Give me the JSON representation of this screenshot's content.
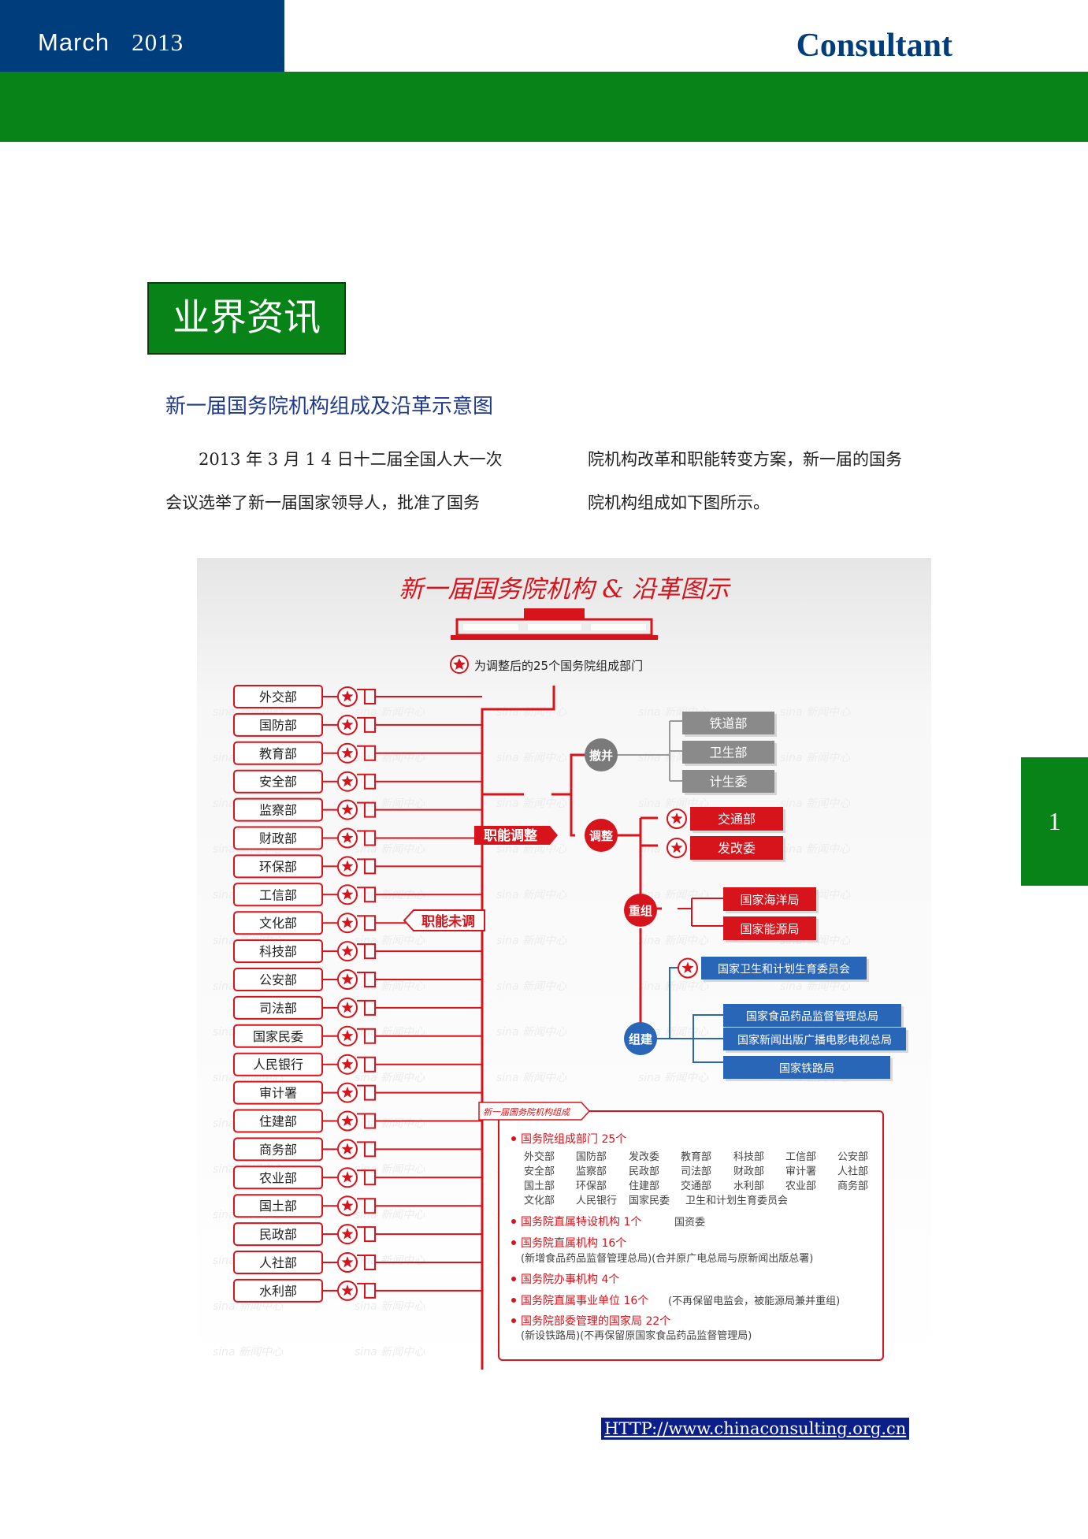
{
  "header": {
    "month": "March",
    "year": "2013",
    "publication": "Consultant"
  },
  "page_number": "1",
  "section_title": "业界资讯",
  "article": {
    "title": "新一届国务院机构组成及沿革示意图",
    "col1_line1": "2013 年 3 月 1 4 日十二届全国人大一次",
    "col1_line2": "会议选举了新一届国家领导人，批准了国务",
    "col2_line1": "院机构改革和职能转变方案，新一届的国务",
    "col2_line2": "院机构组成如下图所示。"
  },
  "diagram": {
    "title": "新一届国务院机构 & 沿革图示",
    "subtitle": "为调整后的25个国务院组成部门",
    "unchanged_label": "职能未调",
    "adjust_main_label": "职能调整",
    "departments": [
      "外交部",
      "国防部",
      "教育部",
      "安全部",
      "监察部",
      "财政部",
      "环保部",
      "工信部",
      "文化部",
      "科技部",
      "公安部",
      "司法部",
      "国家民委",
      "人民银行",
      "审计署",
      "住建部",
      "商务部",
      "农业部",
      "国土部",
      "民政部",
      "人社部",
      "水利部"
    ],
    "merge": {
      "label": "撤并",
      "items": [
        "铁道部",
        "卫生部",
        "计生委"
      ]
    },
    "adjust": {
      "label": "调整",
      "items": [
        "交通部",
        "发改委"
      ]
    },
    "reorg": {
      "label": "重组",
      "items": [
        "国家海洋局",
        "国家能源局"
      ]
    },
    "build": {
      "label": "组建",
      "items": [
        "国家卫生和计划生育委员会",
        "国家食品药品监督管理总局",
        "国家新闻出版广播电影电视总局",
        "国家铁路局"
      ]
    },
    "watermark": "sina 新闻中心",
    "summary": {
      "tab": "新一届国务院机构组成",
      "b1": "国务院组成部门 25个",
      "b1_rows": [
        [
          "外交部",
          "国防部",
          "发改委",
          "教育部",
          "科技部",
          "工信部",
          "公安部"
        ],
        [
          "安全部",
          "监察部",
          "民政部",
          "司法部",
          "财政部",
          "审计署",
          "人社部"
        ],
        [
          "国土部",
          "环保部",
          "住建部",
          "交通部",
          "水利部",
          "农业部",
          "商务部"
        ],
        [
          "文化部",
          "人民银行",
          "国家民委",
          "卫生和计划生育委员会"
        ]
      ],
      "b2": "国务院直属特设机构 1个",
      "b2_item": "国资委",
      "b3": "国务院直属机构 16个",
      "b3_note": "(新增食品药品监督管理总局)(合并原广电总局与原新闻出版总署)",
      "b4": "国务院办事机构 4个",
      "b5": "国务院直属事业单位 16个",
      "b5_note": "(不再保留电监会，被能源局兼并重组)",
      "b6": "国务院部委管理的国家局 22个",
      "b6_note": "(新设铁路局)(不再保留原国家食品药品监督管理局)"
    }
  },
  "footer": {
    "url": "HTTP://www.chinaconsulting.org.cn"
  },
  "colors": {
    "navy": "#003d7c",
    "green": "#078317",
    "red": "#d7131b",
    "blue": "#2a66b8",
    "gray": "#8a8a8a"
  }
}
